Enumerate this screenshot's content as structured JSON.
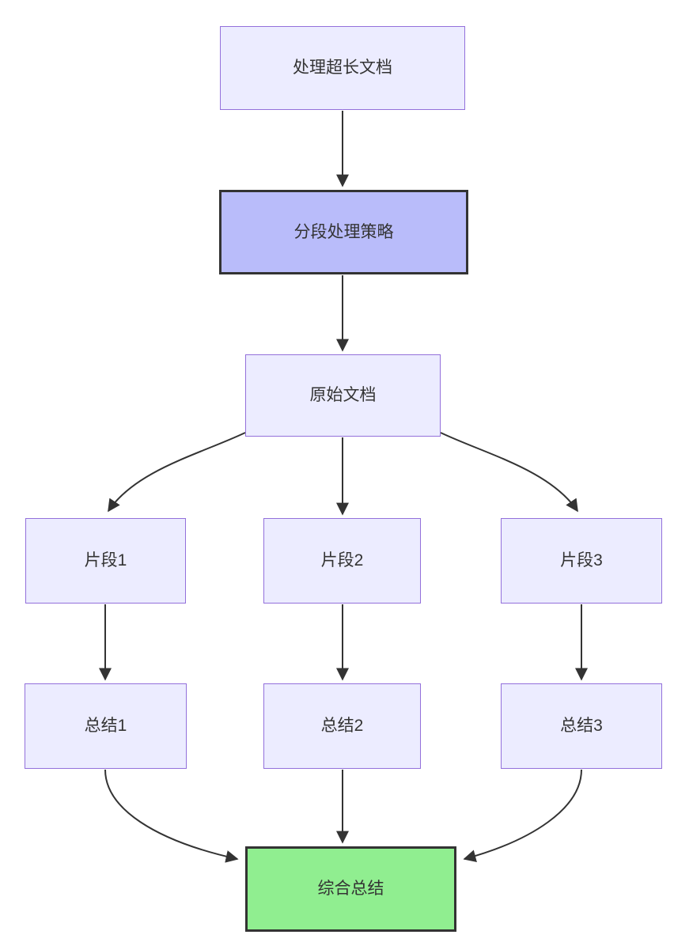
{
  "diagram": {
    "type": "flowchart",
    "direction": "top-down",
    "colors": {
      "background": "#ffffff",
      "default_node_fill": "#ECECFF",
      "default_node_stroke": "#9370DB",
      "strategy_node_fill": "#B9BCFA",
      "final_node_fill": "#90EE90",
      "emphasis_stroke": "#333333",
      "edge_color": "#333333",
      "text_color": "#333333"
    },
    "nodes": {
      "process": {
        "label": "处理超长文档"
      },
      "strategy": {
        "label": "分段处理策略"
      },
      "original": {
        "label": "原始文档"
      },
      "segment1": {
        "label": "片段1"
      },
      "segment2": {
        "label": "片段2"
      },
      "segment3": {
        "label": "片段3"
      },
      "summary1": {
        "label": "总结1"
      },
      "summary2": {
        "label": "总结2"
      },
      "summary3": {
        "label": "总结3"
      },
      "final": {
        "label": "综合总结"
      }
    },
    "edges": [
      {
        "from": "process",
        "to": "strategy"
      },
      {
        "from": "strategy",
        "to": "original"
      },
      {
        "from": "original",
        "to": "segment1"
      },
      {
        "from": "original",
        "to": "segment2"
      },
      {
        "from": "original",
        "to": "segment3"
      },
      {
        "from": "segment1",
        "to": "summary1"
      },
      {
        "from": "segment2",
        "to": "summary2"
      },
      {
        "from": "segment3",
        "to": "summary3"
      },
      {
        "from": "summary1",
        "to": "final"
      },
      {
        "from": "summary2",
        "to": "final"
      },
      {
        "from": "summary3",
        "to": "final"
      }
    ]
  }
}
